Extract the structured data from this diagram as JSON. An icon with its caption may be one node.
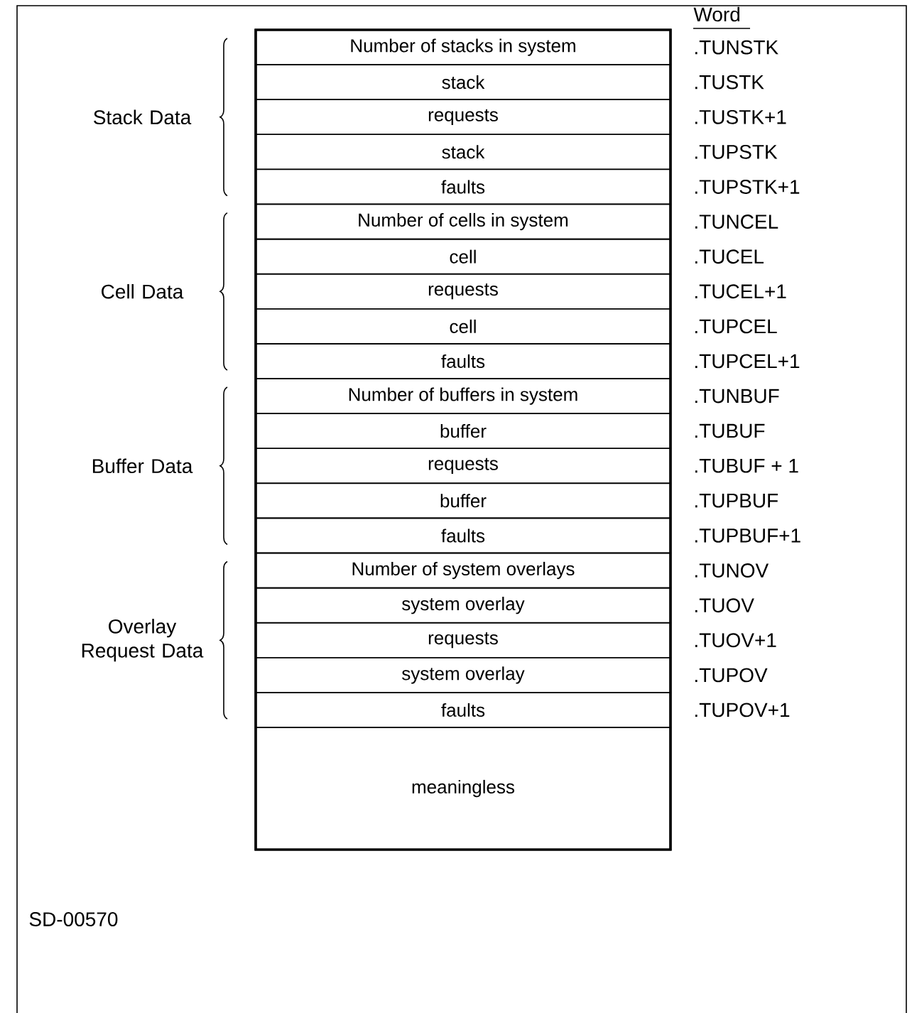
{
  "diagram": {
    "nodes": [
      {
        "text": [
          "Number of stacks in system"
        ],
        "beside": [
          ".TUNSTK"
        ]
      },
      {
        "text": [
          "stack"
        ],
        "beside": [
          ".TUSTK"
        ]
      },
      {
        "text": [
          "requests"
        ],
        "beside": [
          ".TUSTK+1"
        ]
      },
      {
        "text": [
          "stack"
        ],
        "beside": [
          ".TUPSTK"
        ]
      },
      {
        "text": [
          "faults"
        ],
        "beside": [
          ".TUPSTK+1"
        ]
      },
      {
        "text": [
          "Number of cells in system"
        ],
        "beside": [
          ".TUNCEL"
        ]
      },
      {
        "text": [
          "cell"
        ],
        "beside": [
          ".TUCEL"
        ]
      },
      {
        "text": [
          "requests"
        ],
        "beside": [
          ".TUCEL+1"
        ]
      },
      {
        "text": [
          "cell"
        ],
        "beside": [
          ".TUPCEL"
        ]
      },
      {
        "text": [
          "faults"
        ],
        "beside": [
          ".TUPCEL+1"
        ]
      },
      {
        "text": [
          "Number of buffers in system"
        ],
        "beside": [
          ".TUNBUF"
        ]
      },
      {
        "text": [
          "buffer"
        ],
        "beside": [
          ".TUBUF"
        ]
      },
      {
        "text": [
          "requests"
        ],
        "beside": [
          ".TUBUF + 1"
        ]
      },
      {
        "text": [
          "buffer"
        ],
        "beside": [
          ".TUPBUF"
        ]
      },
      {
        "text": [
          "faults"
        ],
        "beside": [
          ".TUPBUF+1"
        ]
      },
      {
        "text": [
          "Number of system overlays"
        ],
        "beside": [
          ".TUNOV"
        ]
      },
      {
        "text": [
          "system overlay"
        ],
        "beside": [
          ".TUOV"
        ]
      },
      {
        "text": [
          "requests"
        ],
        "beside": [
          ".TUOV+1"
        ]
      },
      {
        "text": [
          "system overlay"
        ],
        "beside": [
          ".TUPOV"
        ]
      },
      {
        "text": [
          "faults"
        ],
        "beside": [
          ".TUPOV+1"
        ]
      },
      {
        "text": [
          "meaningless"
        ]
      }
    ],
    "labels": [
      "Word",
      "Stack Data",
      "Cell Data",
      "Buffer Data",
      "Overlay Request Data",
      "SD-00570"
    ]
  }
}
